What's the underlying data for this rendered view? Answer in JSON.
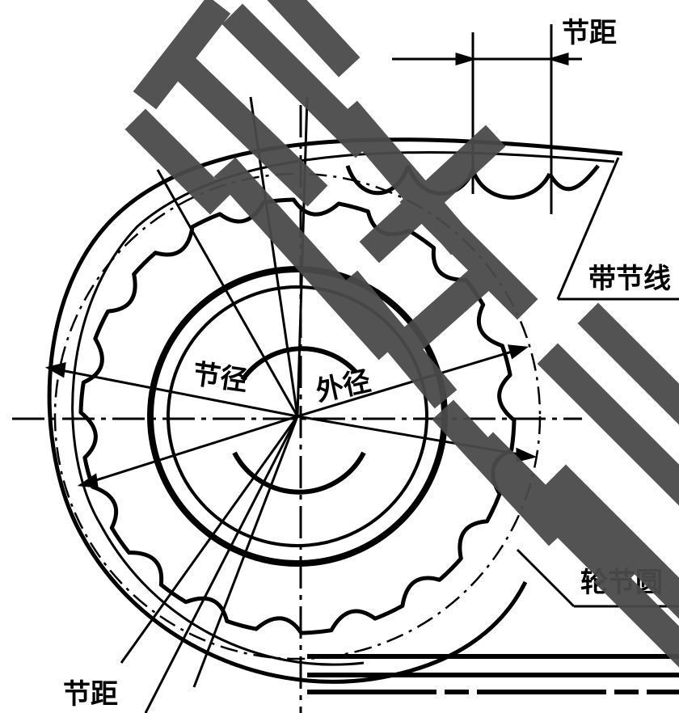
{
  "labels": {
    "pitch_top": "节距",
    "pitch_bottom": "节距",
    "pitch_diameter": "节径",
    "outer_diameter": "外径",
    "belt_pitch_line": "带节线",
    "pulley_pitch_circle": "轮节圆"
  },
  "sprocket": {
    "tooth_count": 18
  },
  "colors": {
    "ink": "#000000",
    "watermark": "#4a4a4a",
    "background": "#ffffff"
  }
}
